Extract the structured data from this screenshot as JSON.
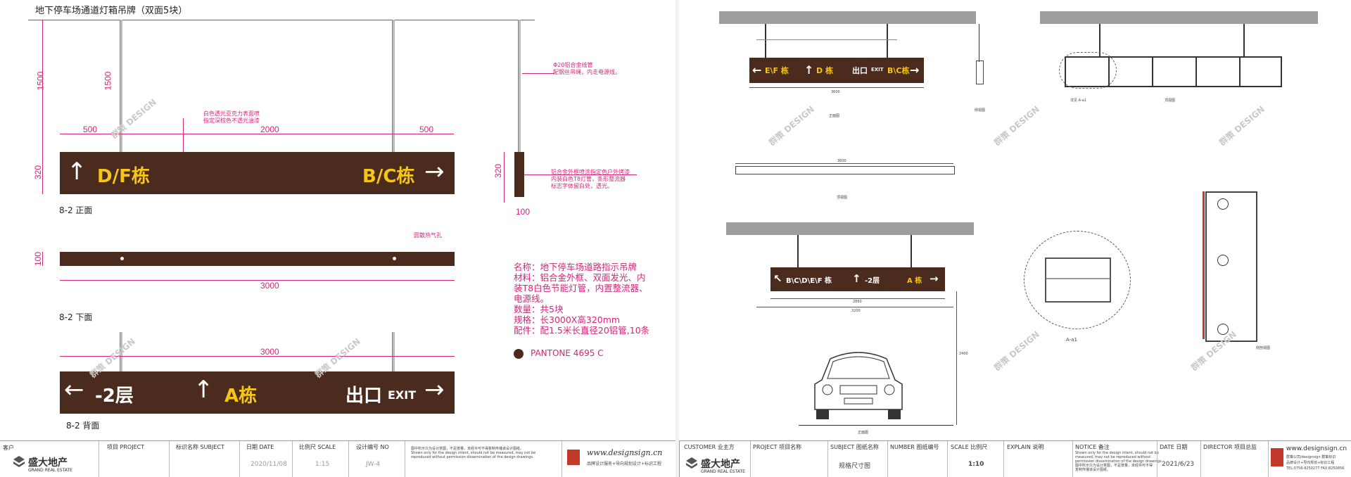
{
  "left": {
    "title": "地下停车场通道灯箱吊牌（双面5块）",
    "dims": {
      "h1500a": "1500",
      "h1500b": "1500",
      "h320": "320",
      "w500a": "500",
      "w2000": "2000",
      "w500b": "500",
      "side320": "320",
      "side100": "100",
      "h100": "100",
      "w3000a": "3000",
      "w3000b": "3000"
    },
    "notes": {
      "light": [
        "白色透光亚克力表面喷",
        "指定深棕色不透光油漆"
      ],
      "cable": [
        "Φ20铝合金线管",
        "配钢丝吊绳，内走电源线。"
      ],
      "frame": [
        "铝合金外框喷涂指定色户外烤漆",
        "内装白色T8灯管，条形整流器",
        "标志字体留白处，透光。"
      ],
      "vent": "圆散热气孔"
    },
    "front": {
      "left_text": "D/F栋",
      "right_text": "B/C栋",
      "label": "8-2 正面"
    },
    "bottom_label": "8-2 下面",
    "back": {
      "floor": "-2层",
      "building": "A栋",
      "exit_cn": "出口",
      "exit_en": "EXIT",
      "label": "8-2 背面"
    },
    "spec": [
      "名称：地下停车场道路指示吊牌",
      "材料：铝合金外框、双面发光、内",
      "装T8白色节能灯管，内置整流器、",
      "电源线。",
      "数量：共5块",
      "规格：长3000X高320mm",
      "配件：配1.5米长直径20铝管,10条"
    ],
    "pantone": "PANTONE 4695 C",
    "title_block": {
      "client_h": "客户",
      "logo_cn": "盛大地产",
      "logo_en": "GRAND REAL ESTATE",
      "project_h": "项目 PROJECT",
      "subject_h": "标识名称 SUBJECT",
      "date_h": "日期 DATE",
      "date_v": "2020/11/08",
      "scale_h": "比例尺 SCALE",
      "scale_v": "1:15",
      "no_h": "设计编号 NO",
      "no_v": "JW-4",
      "notice": [
        "图中所示只为设计意图，不足按量，未经许可不得复制传播该设计图纸。",
        "Shown only for the design intent, should not be measured, may not be",
        "reproduced without permission dissemination of the design drawings."
      ],
      "web": "www.designsign.cn",
      "web_sub": "品牌设计服务+导向规划设计+标识工程"
    }
  },
  "right": {
    "sign1": {
      "t1": "E\\F 栋",
      "t2": "D 栋",
      "t3": "出口",
      "t4": "EXIT",
      "t5": "B\\C栋"
    },
    "sign2": {
      "t1": "B\\C\\D\\E\\F 栋",
      "t2": "-2层",
      "t3": "A 栋"
    },
    "labels": {
      "front": "正面图",
      "side": "侧视图",
      "detail": "详见 A-a1",
      "top": "顶视图",
      "plan": "顶视图",
      "aa1": "A-a1",
      "section": "侧剖视图",
      "car": "正面图"
    },
    "dims": {
      "w3600a": "3600",
      "w3600b": "3600",
      "w3200": "3200",
      "w2860": "2860",
      "h2400": "2400"
    },
    "title_block": {
      "customer_h": "CUSTOMER 业主方",
      "project_h": "PROJECT 项目名称",
      "subject_h": "SUBJECT 图纸名称",
      "subject_v": "规格尺寸图",
      "number_h": "NUMBER 图纸编号",
      "scale_h": "SCALE 比例尺",
      "scale_v": "1:10",
      "explain_h": "EXPLAIN 说明",
      "notice_h": "NOTICE 备注",
      "notice": [
        "Shown only for the design intent, should not be",
        "measured, may not be reproduced without",
        "permission dissemination of the design drawings.",
        "图中所示只为设计意图，不足按量，未经许可不得",
        "复制传播该设计图纸。"
      ],
      "date_h": "DATE 日期",
      "date_v": "2021/6/23",
      "director_h": "DIRECTOR 项目总监",
      "logo_cn": "盛大地产",
      "logo_en": "GRAND REAL ESTATE",
      "web": "www.designsign.cn",
      "web_sub": "群策公司/designsign 群策标识",
      "web_sub2": "品牌设计+导向规划+标识工程",
      "tel": "TEL:0756-8250277 FAX:8250856"
    }
  },
  "watermark": "群策 DESIGN",
  "colors": {
    "brown": "#4a2b1e",
    "yellow": "#f5c518",
    "pink": "#d6257a"
  }
}
